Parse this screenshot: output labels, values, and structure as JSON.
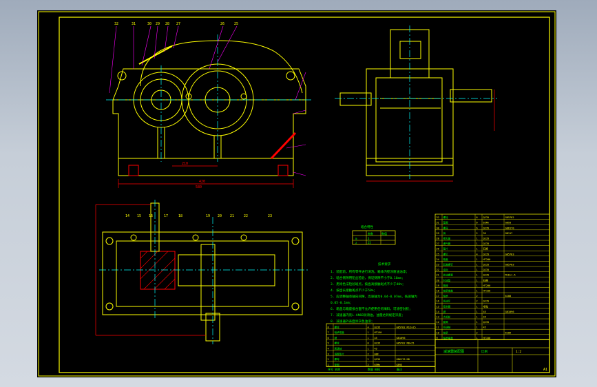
{
  "drawing": {
    "sheet_size": "A1",
    "colors": {
      "frame": "#ffff00",
      "outline": "#ffff00",
      "centerline": "#00ffff",
      "dimension": "#ff0000",
      "leader": "#ff00ff",
      "hatch": "#ff0000",
      "background": "#000000",
      "viewport": "#bfc8d4"
    },
    "mesh_table": {
      "title": "啮合特性",
      "headers": [
        "参数",
        "数值"
      ],
      "rows": [
        [
          "m",
          "3"
        ],
        [
          "z",
          "25"
        ]
      ]
    },
    "technical_requirements": {
      "title": "技术要求",
      "lines": [
        "1. 装配前，所有零件进行清洗，箱体内壁涂耐油油漆；",
        "2. 啮合侧隙用铅丝检验，保证侧隙不小于0.16mm；",
        "3. 用涂色法检验斑点，按齿高接触斑点不少于40%；",
        "4. 按齿长接触斑点不少于50%；",
        "5. 应调整轴承轴向间隙，高速轴为0.04-0.07mm，低速轴为",
        "   0.05-0.1mm；",
        "6. 箱盖与箱座接合面不允许使用任何填料，可涂密封胶；",
        "7. 减速器内装L-AN68润滑油，油量达到规定深度；",
        "8. 减速器外表面涂灰色油漆；"
      ]
    },
    "title_block": {
      "drawing_name": "减速器装配图",
      "scale_label": "比例",
      "scale": "1:2",
      "headers": [
        "序号",
        "名称",
        "数量",
        "材料",
        "备注"
      ]
    },
    "parts_upper": [
      [
        "32",
        "螺栓",
        "6",
        "Q235",
        "GB5782"
      ],
      [
        "31",
        "垫圈",
        "6",
        "65Mn",
        "GB93"
      ],
      [
        "30",
        "螺母",
        "6",
        "Q235",
        "GB6170"
      ],
      [
        "29",
        "销",
        "2",
        "35",
        "GB117"
      ],
      [
        "28",
        "视孔盖",
        "1",
        "Q235",
        ""
      ],
      [
        "27",
        "通气器",
        "1",
        "Q235",
        ""
      ],
      [
        "26",
        "垫片",
        "1",
        "石棉",
        ""
      ],
      [
        "25",
        "螺钉",
        "4",
        "Q235",
        "GB5783"
      ],
      [
        "24",
        "箱盖",
        "1",
        "HT200",
        ""
      ],
      [
        "23",
        "起盖螺钉",
        "1",
        "Q235",
        "GB5783"
      ],
      [
        "22",
        "油标",
        "1",
        "Q235",
        ""
      ],
      [
        "21",
        "放油螺塞",
        "1",
        "Q235",
        "M16×1.5"
      ],
      [
        "20",
        "封油垫",
        "1",
        "石棉",
        ""
      ],
      [
        "19",
        "箱座",
        "1",
        "HT200",
        ""
      ],
      [
        "18",
        "轴承端盖",
        "1",
        "HT150",
        ""
      ],
      [
        "17",
        "轴承",
        "2",
        "",
        "6208"
      ],
      [
        "16",
        "挡油环",
        "2",
        "Q235",
        ""
      ],
      [
        "15",
        "密封圈",
        "1",
        "毛毡",
        ""
      ],
      [
        "14",
        "键",
        "1",
        "45",
        "GB1096"
      ],
      [
        "13",
        "大齿轮",
        "1",
        "45",
        ""
      ],
      [
        "12",
        "套筒",
        "1",
        "Q235",
        ""
      ],
      [
        "11",
        "低速轴",
        "1",
        "45",
        ""
      ],
      [
        "10",
        "轴承",
        "2",
        "",
        "6206"
      ],
      [
        "9",
        "轴承端盖",
        "1",
        "HT150",
        ""
      ]
    ],
    "parts_lower": [
      [
        "8",
        "螺栓",
        "4",
        "Q235",
        "GB5782 M12×25"
      ],
      [
        "7",
        "轴承端盖",
        "1",
        "HT150",
        ""
      ],
      [
        "6",
        "键",
        "1",
        "45",
        "GB1096"
      ],
      [
        "5",
        "螺栓",
        "6",
        "Q235",
        "GB5782 M8×25"
      ],
      [
        "4",
        "高速轴",
        "1",
        "45",
        ""
      ],
      [
        "3",
        "调整垫片",
        "2",
        "08F",
        ""
      ],
      [
        "2",
        "螺母",
        "2",
        "Q235",
        "GB6170 M8"
      ],
      [
        "1",
        "垫圈",
        "2",
        "65Mn",
        "GB93"
      ]
    ],
    "callouts_front": [
      "32",
      "31",
      "30",
      "29",
      "28",
      "27",
      "26",
      "25"
    ],
    "callouts_plan": [
      "14",
      "15",
      "16",
      "17",
      "18",
      "19",
      "20",
      "21",
      "22",
      "23"
    ],
    "dimension_texts": [
      "420",
      "580",
      "210"
    ]
  }
}
